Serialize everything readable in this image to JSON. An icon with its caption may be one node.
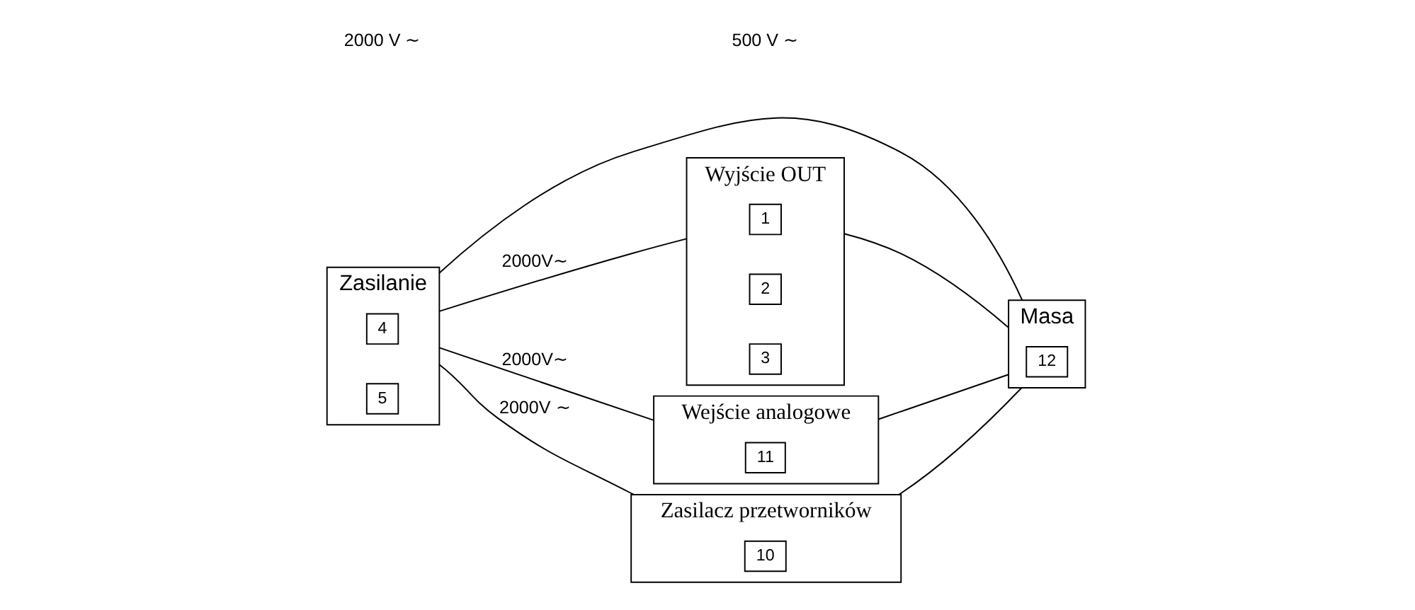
{
  "diagram": {
    "nodes": [
      {
        "text": [
          "Zasilanie"
        ]
      },
      {
        "text": [
          "4"
        ],
        "in": 0
      },
      {
        "text": [
          "5"
        ],
        "in": 0
      },
      {
        "text": [
          "Masa"
        ]
      },
      {
        "text": [
          "12"
        ],
        "in": 3
      },
      {
        "text": [
          "Wyjście OUT"
        ]
      },
      {
        "text": [
          "1"
        ],
        "in": 5
      },
      {
        "text": [
          "2"
        ],
        "in": 5
      },
      {
        "text": [
          "3"
        ],
        "in": 5
      },
      {
        "text": [
          "Wejście analogowe"
        ]
      },
      {
        "text": [
          "11"
        ],
        "in": 9
      },
      {
        "text": [
          "Zasilacz przetworników"
        ]
      },
      {
        "text": [
          "10"
        ],
        "in": 11
      }
    ],
    "edges": [
      {
        "from": 0,
        "to": 3,
        "arrow": "none"
      },
      {
        "from": 0,
        "to": 5,
        "arrow": "none",
        "label": "2000V∼"
      },
      {
        "from": 0,
        "to": 9,
        "arrow": "none",
        "label": "2000V∼"
      },
      {
        "from": 0,
        "to": 11,
        "arrow": "none",
        "label": "2000V ∼"
      },
      {
        "from": 5,
        "to": 3,
        "arrow": "none"
      },
      {
        "from": 9,
        "to": 3,
        "arrow": "none"
      },
      {
        "from": 11,
        "to": 3,
        "arrow": "none"
      }
    ],
    "labels": [
      "2000 V ∼",
      "500 V ∼"
    ]
  }
}
